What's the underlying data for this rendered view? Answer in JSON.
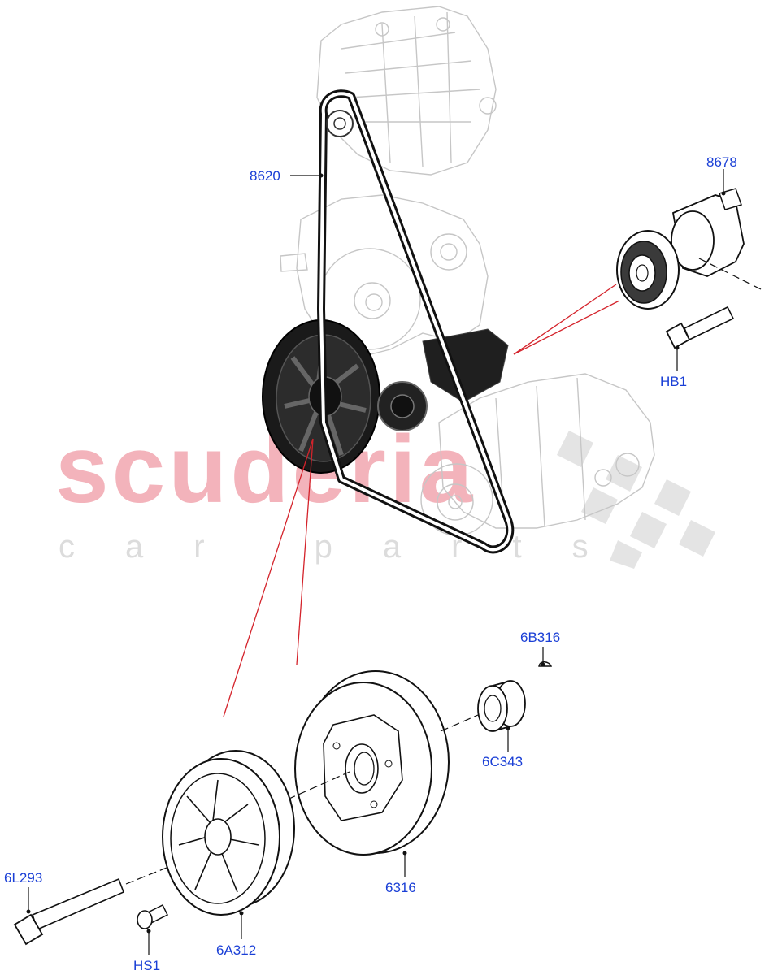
{
  "watermark": {
    "brand": "scuderia",
    "tagline": "car parts"
  },
  "colors": {
    "label": "#1a3fd6",
    "watermark_brand": "#f3b3bb",
    "watermark_tagline": "#dcdcdc",
    "callout_line": "#d4232b"
  },
  "parts": {
    "belt": "8620",
    "tensioner": "8678",
    "tensioner_bolt": "HB1",
    "key": "6B316",
    "sprocket": "6C343",
    "damper": "6316",
    "damper_bolt": "6L293",
    "pulley_bolt": "HS1",
    "pulley": "6A312"
  }
}
